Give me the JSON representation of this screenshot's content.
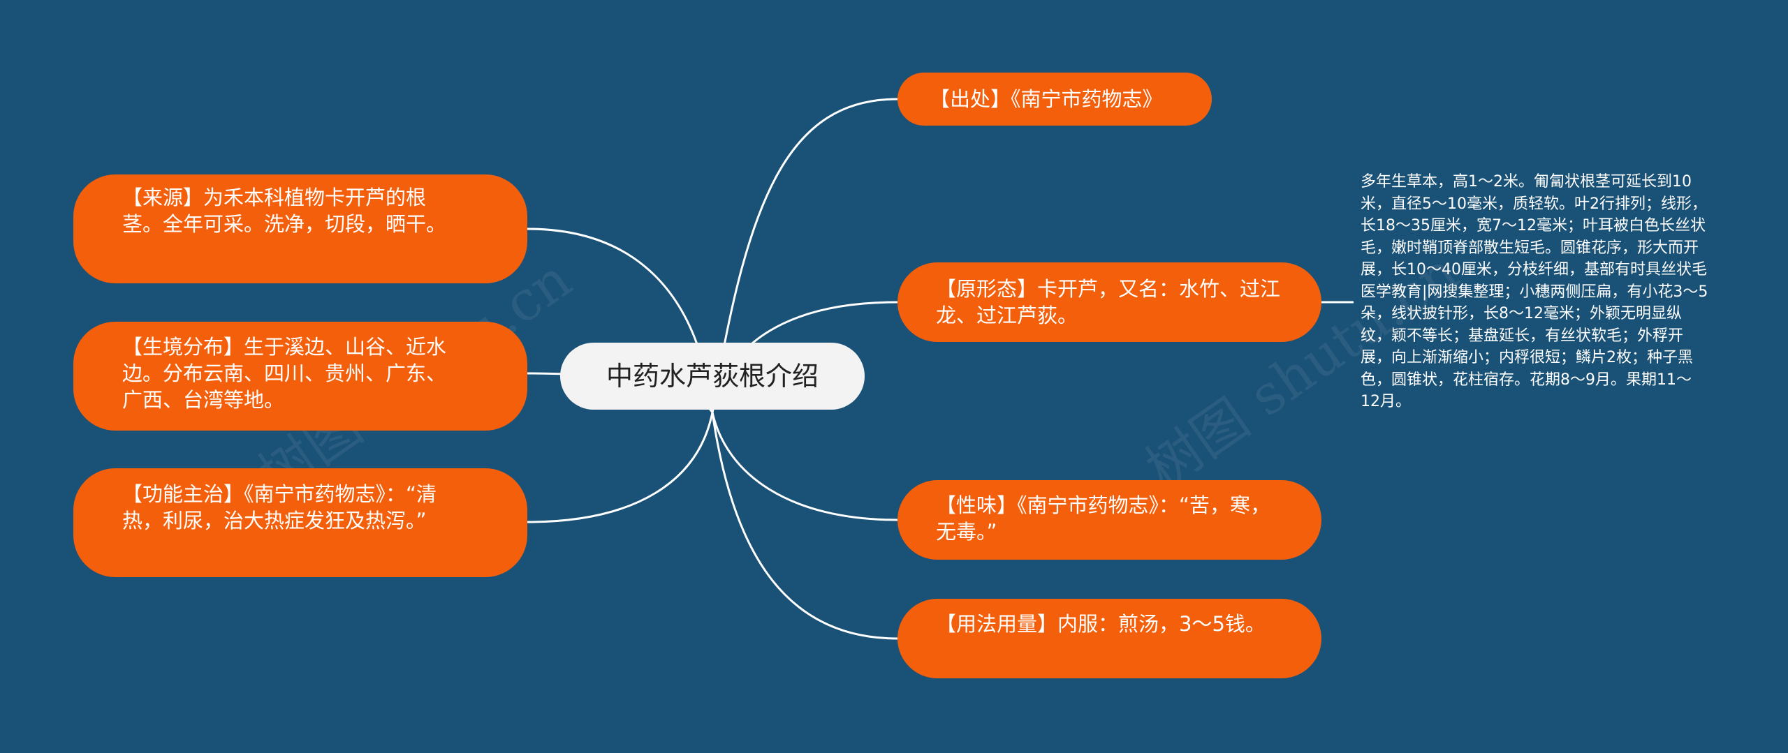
{
  "center": {
    "label": "中药水芦荻根介绍"
  },
  "left_nodes": [
    {
      "id": "laiyuan",
      "text": "【来源】为禾本科植物卡开芦的根茎。全年可采。洗净，切段，晒干。"
    },
    {
      "id": "shengjing",
      "text": "【生境分布】生于溪边、山谷、近水边。分布云南、四川、贵州、广东、广西、台湾等地。"
    },
    {
      "id": "gongneng",
      "text": "【功能主治】《南宁市药物志》：“清热，利尿，治大热症发狂及热泻。”"
    }
  ],
  "right_nodes": [
    {
      "id": "chuchu",
      "text": "【出处】《南宁市药物志》"
    },
    {
      "id": "yuanxingtai",
      "text": "【原形态】卡开芦，又名：水竹、过江龙、过江芦荻。"
    },
    {
      "id": "xingwei",
      "text": "【性味】《南宁市药物志》：“苦，寒，无毒。”"
    },
    {
      "id": "yongfa",
      "text": "【用法用量】内服：煎汤，3～5钱。"
    }
  ],
  "detail_text": "多年生草本，高1～2米。匍匐状根茎可延长到10米，直径5～10毫米，质轻软。叶2行排列；线形，长18～35厘米，宽7～12毫米；叶耳被白色长丝状毛，嫩时鞘顶脊部散生短毛。圆锥花序，形大而开展，长10～40厘米，分枝纤细，基部有时具丝状毛医学教育|网搜集整理；小穗两侧压扁，有小花3～5朵，线状披针形，长8～12毫米；外颖无明显纵纹，颖不等长；基盘延长，有丝状软毛；外稃开展，向上渐渐缩小；内稃很短；鳞片2枚；种子黑色，圆锥状，花柱宿存。花期8～9月。果期11～12月。",
  "watermarks": [
    "树图 shutu.cn",
    "树图 shutu.cn"
  ],
  "colors": {
    "background": "#1a5177",
    "node": "#f45f0b",
    "center": "#f3f3f3",
    "link": "#ffffff"
  }
}
